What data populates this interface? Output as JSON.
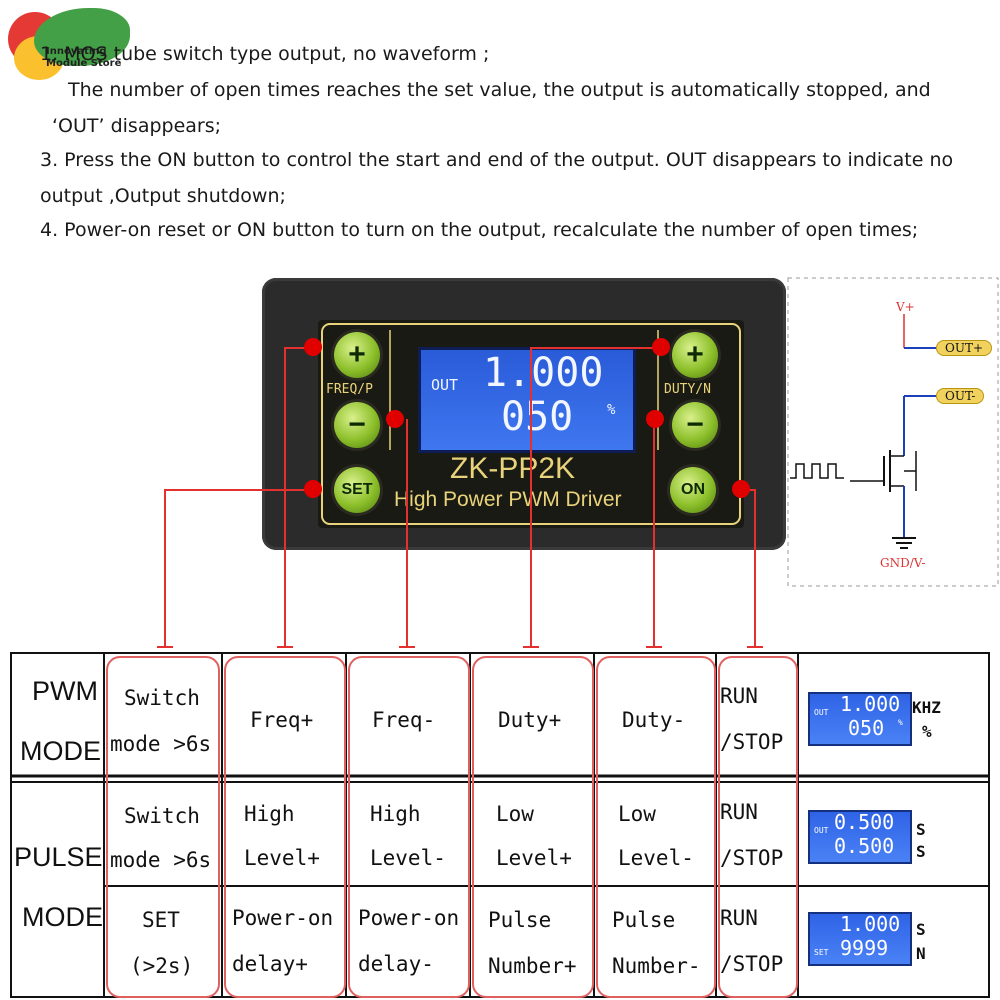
{
  "logo": {
    "line1": "Innovating",
    "line2": "Module Store",
    "colors": [
      "#e53935",
      "#fbc02d",
      "#43a047"
    ]
  },
  "instructions": [
    "1. MOS tube switch type output, no waveform ;",
    "The number of open times reaches the set value, the output is automatically stopped, and",
    "‘OUT’   disappears;",
    "3. Press the ON button to control the start and end of the output. OUT disappears to indicate no",
    "output ,Output shutdown;",
    "4. Power-on reset or ON button to turn on the output, recalculate the number of open times;"
  ],
  "device": {
    "btn_plus": "+",
    "btn_minus": "−",
    "btn_set": "SET",
    "btn_on": "ON",
    "label_freq": "FREQ/P",
    "label_duty": "DUTY/N",
    "lcd_out": "OUT",
    "lcd_line1": "1.000",
    "lcd_line2": "050",
    "lcd_percent": "%",
    "model": "ZK-PP2K",
    "subtitle": "High Power PWM Driver"
  },
  "circuit": {
    "vplus": "V+",
    "out_plus": "OUT+",
    "out_minus": "OUT-",
    "gnd": "GND/V-"
  },
  "table": {
    "modes": {
      "pwm_line1": "PWM",
      "pwm_line2": "MODE",
      "pulse_line1": "PULSE",
      "pulse_line2": "MODE"
    },
    "pwm_row": [
      [
        "Switch",
        "mode >6s"
      ],
      [
        "Freq+"
      ],
      [
        "Freq-"
      ],
      [
        "Duty+"
      ],
      [
        "Duty-"
      ],
      [
        "RUN",
        "/STOP"
      ]
    ],
    "pulse_row1": [
      [
        "Switch",
        "mode >6s"
      ],
      [
        "High",
        "Level+"
      ],
      [
        "High",
        "Level-"
      ],
      [
        "Low",
        "Level+"
      ],
      [
        "Low",
        "Level-"
      ],
      [
        "RUN",
        "/STOP"
      ]
    ],
    "pulse_row2": [
      [
        "SET",
        "(>2s)"
      ],
      [
        "Power-on",
        "delay+"
      ],
      [
        "Power-on",
        "delay-"
      ],
      [
        "Pulse",
        "Number+"
      ],
      [
        "Pulse",
        "Number-"
      ],
      [
        "RUN",
        "/STOP"
      ]
    ],
    "displays": [
      {
        "tag": "OUT",
        "top": "1.000",
        "bottom": "050",
        "mark": "%",
        "unit1": "KHZ",
        "unit2": "%"
      },
      {
        "tag": "OUT",
        "top": "0.500",
        "bottom": "0.500",
        "mark": "",
        "unit1": "S",
        "unit2": "S"
      },
      {
        "tag": "SET",
        "top": "1.000",
        "bottom": "9999",
        "mark": "",
        "unit1": "S",
        "unit2": "N"
      }
    ]
  }
}
